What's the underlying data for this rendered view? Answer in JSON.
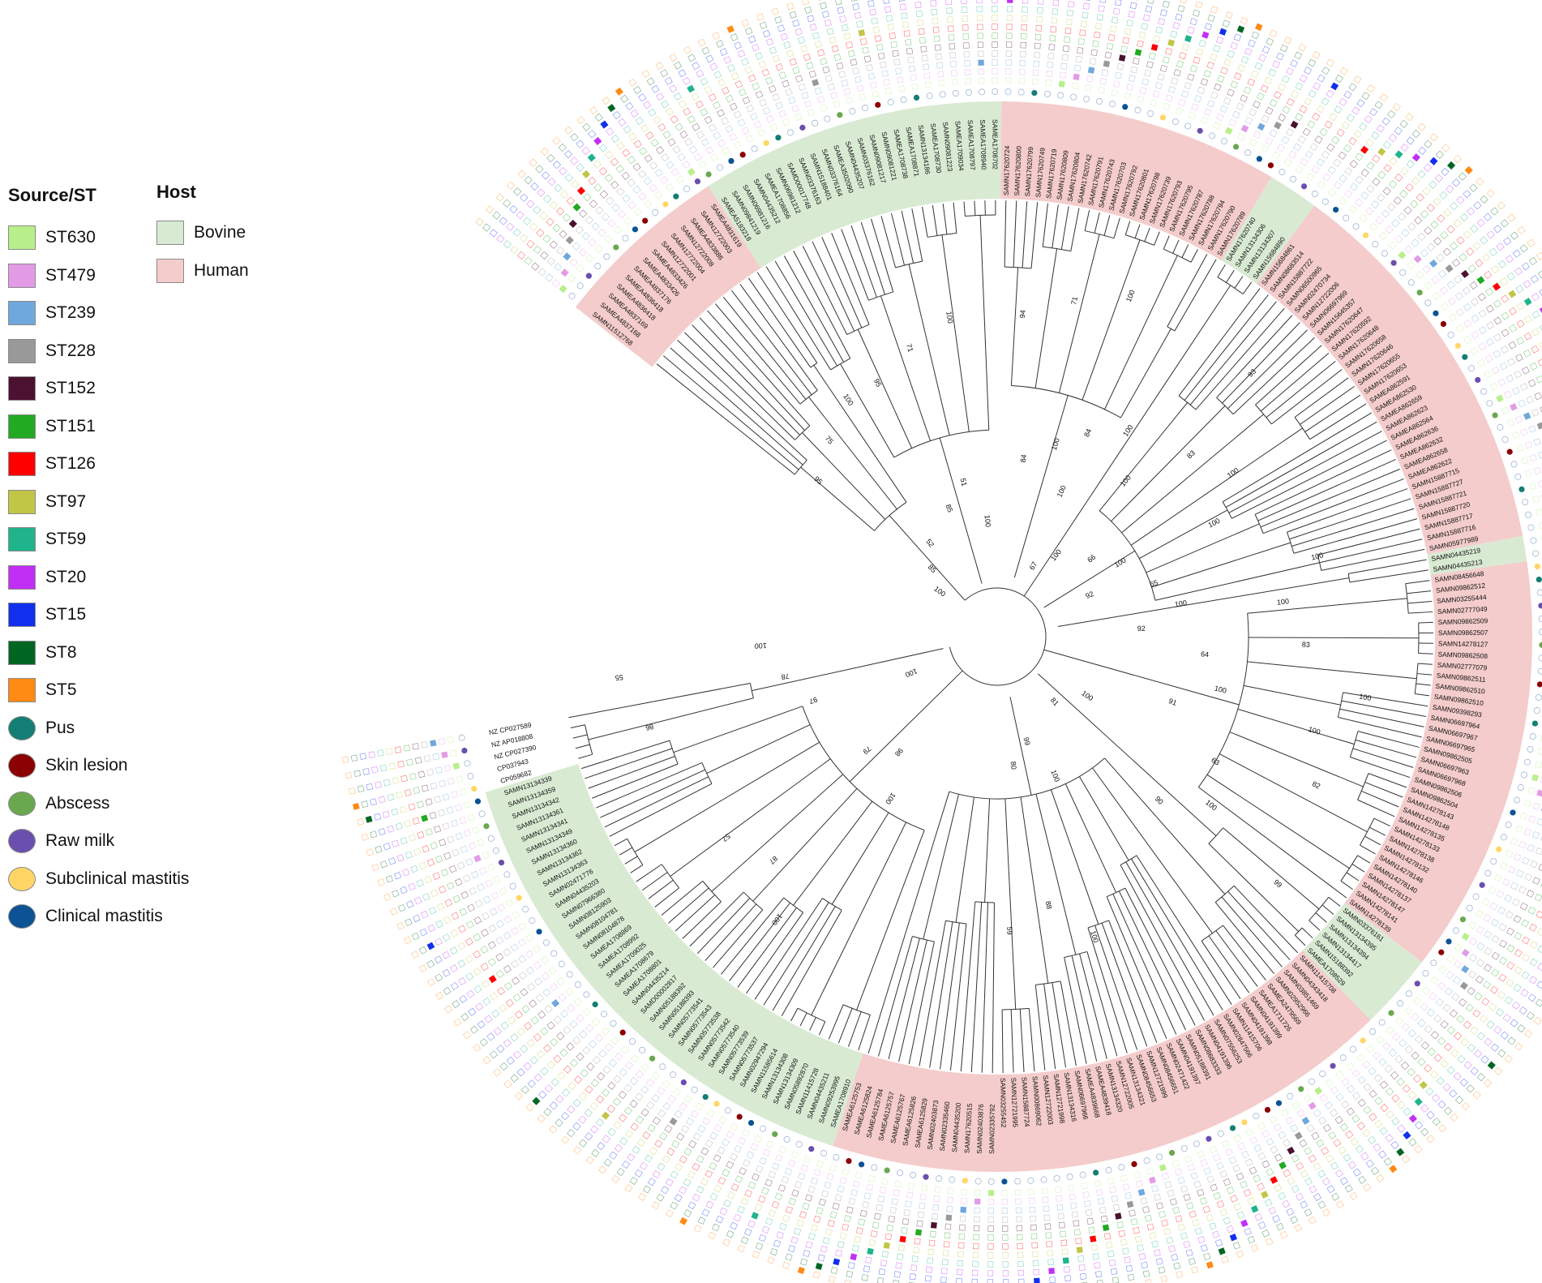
{
  "legend": {
    "source_heading": "Source/ST",
    "host_heading": "Host",
    "st_types": [
      {
        "label": "ST630",
        "color": "#b8ef8a"
      },
      {
        "label": "ST479",
        "color": "#e39be6"
      },
      {
        "label": "ST239",
        "color": "#6fa8dc"
      },
      {
        "label": "ST228",
        "color": "#999999"
      },
      {
        "label": "ST152",
        "color": "#4c1130"
      },
      {
        "label": "ST151",
        "color": "#22aa22"
      },
      {
        "label": "ST126",
        "color": "#ff0000"
      },
      {
        "label": "ST97",
        "color": "#c1c646"
      },
      {
        "label": "ST59",
        "color": "#1fb48b"
      },
      {
        "label": "ST20",
        "color": "#c12ff5"
      },
      {
        "label": "ST15",
        "color": "#1030ee"
      },
      {
        "label": "ST8",
        "color": "#006622"
      },
      {
        "label": "ST5",
        "color": "#ff8a14"
      }
    ],
    "sources": [
      {
        "label": "Pus",
        "color": "#137e73"
      },
      {
        "label": "Skin lesion",
        "color": "#8b0000"
      },
      {
        "label": "Abscess",
        "color": "#6aa84f"
      },
      {
        "label": "Raw milk",
        "color": "#6a4fae"
      },
      {
        "label": "Subclinical mastitis",
        "color": "#ffd666"
      },
      {
        "label": "Clinical mastitis",
        "color": "#0b5394"
      }
    ],
    "hosts": [
      {
        "label": "Bovine",
        "color": "#d9ead3"
      },
      {
        "label": "Human",
        "color": "#f4cccc"
      }
    ]
  },
  "tree": {
    "clades": [
      {
        "host": "Human",
        "tips": [
          "SAMN11512768",
          "SAMEA4837168",
          "SAMEA4837169",
          "SAMEA4836418",
          "SAMEA4836418",
          "SAMEA4837176",
          "SAMEA4833426",
          "SAMEA4833426",
          "SAMN12722001",
          "SAMN12722004",
          "SAMN12722008",
          "SAMEA4833886",
          "SAMN12722003",
          "SAMEA4831619"
        ]
      },
      {
        "host": "Bovine",
        "tips": [
          "SAMEA5183218",
          "SAMN09841219",
          "SAMN06981216",
          "SAMN04435212",
          "SAMEA1708856",
          "SAMN06981212",
          "SAMD00017748",
          "SAMN03376163",
          "SAMN15188401",
          "SAMN03376164",
          "SAMEA3502090",
          "SAMN04435207",
          "SAMN03376162",
          "SAMN09081217",
          "SAMN09081221",
          "SAMEA1708738",
          "SAMEA1708871",
          "SAMN13134186",
          "SAMEA1708730",
          "SAMN09081223",
          "SAMEA1709034",
          "SAMEA1708797",
          "SAMEA1708940",
          "SAMEA1708702"
        ]
      },
      {
        "host": "Human",
        "tips": [
          "SAMN17620724",
          "SAMN17620800",
          "SAMN17620799",
          "SAMN17620749",
          "SAMN17620719",
          "SAMN17620809",
          "SAMN17620804",
          "SAMN17620742",
          "SAMN17620791",
          "SAMN17620743",
          "SAMN17620703",
          "SAMN17620792",
          "SAMN17620801",
          "SAMN17620798",
          "SAMN17620739",
          "SAMN17620793",
          "SAMN17620795",
          "SAMN17620787",
          "SAMN17620788",
          "SAMN17620794",
          "SAMN17620790",
          "SAMN17620789"
        ]
      },
      {
        "host": "Bovine",
        "tips": [
          "SAMN17620740",
          "SAMN13134306",
          "SAMN13134307",
          "SAMN15684890"
        ]
      },
      {
        "host": "Human",
        "tips": [
          "SAMN15684861",
          "SAMN08683514",
          "SAMN15887722",
          "SAMN06500965",
          "SAMN02470734",
          "SAMN12722006",
          "SAMN06697969",
          "SAMN15645357",
          "SAMN17620647",
          "SAMN17620592",
          "SAMN17620648",
          "SAMN17620658",
          "SAMN17620646",
          "SAMN17620655",
          "SAMN17620653",
          "SAMEA862591",
          "SAMEA862530",
          "SAMEA862659",
          "SAMEA862623",
          "SAMEA862564",
          "SAMEA862636",
          "SAMEA862632",
          "SAMEA862658",
          "SAMEA862622",
          "SAMN15887715",
          "SAMN15887727",
          "SAMN15887721",
          "SAMN15887720",
          "SAMN15887717",
          "SAMN15887716",
          "SAMN05977989"
        ]
      },
      {
        "host": "Bovine",
        "tips": [
          "SAMN04435219",
          "SAMN04435213"
        ]
      },
      {
        "host": "Human",
        "tips": [
          "SAMN08456648",
          "SAMN09862512",
          "SAMN03255444",
          "SAMN02777049",
          "SAMN09862509",
          "SAMN09862507",
          "SAMN14278127",
          "SAMN09862508",
          "SAMN02777079",
          "SAMN09862511",
          "SAMN09862510",
          "SAMN09862510",
          "SAMN09398293",
          "SAMN06697964",
          "SAMN06697967",
          "SAMN06697965",
          "SAMN09862505",
          "SAMN06697963",
          "SAMN06697968",
          "SAMN09862506",
          "SAMN09862504",
          "SAMN14278143",
          "SAMN14278148",
          "SAMN14278135",
          "SAMN14278133",
          "SAMN14278138",
          "SAMN14278132",
          "SAMN14278146",
          "SAMN14278140",
          "SAMN14278137",
          "SAMN14278147",
          "SAMN14278141",
          "SAMN14278139"
        ]
      },
      {
        "host": "Bovine",
        "tips": [
          "SAMN03376161",
          "SAMN13134395",
          "SAMN13134394",
          "SAMN13134417",
          "SAMN15188392",
          "SAMEA1708529"
        ]
      },
      {
        "host": "Human",
        "tips": [
          "SAMN11415708",
          "SAMN04343418",
          "SAMN03851469",
          "SAMN02952966",
          "SAMEA2479569",
          "SAMEA1711726",
          "SAMN04191399",
          "SAMN04191398",
          "SAMN11415706",
          "SAMN02847566",
          "SAMN07556253",
          "SAMN04191396",
          "SAMN08683333",
          "SAMN05188391",
          "SAMN04191397",
          "SAMN02471422",
          "SAMN08456651",
          "SAMN12721999",
          "SAMN08456653",
          "SAMN13134321",
          "SAMN12722005",
          "SAMN13134320",
          "SAMEA4839418",
          "SAMEA4839668",
          "SAMN06697966",
          "SAMN13134316",
          "SAMN12721998",
          "SAMN12722003",
          "SAMN00869062",
          "SAMN15887724",
          "SAMN12721995",
          "SAMN03255452",
          "SAMN02335792",
          "SAMN02403876",
          "SAMN17620515",
          "SAMN04435200",
          "SAMN02335460",
          "SAMN02403873",
          "SAMEA6125829",
          "SAMEA6125826",
          "SAMEA6125767",
          "SAMEA6125757",
          "SAMEA6125784",
          "SAMEA6125824",
          "SAMEA6125753"
        ]
      },
      {
        "host": "Bovine",
        "tips": [
          "SAMEA1708910",
          "SAMN09253995",
          "SAMN04435211",
          "SAMN11415728",
          "SAMN05892870",
          "SAMN13134309",
          "SAMN13134308",
          "SAMN11585614",
          "SAMN02947294",
          "SAMN05773537",
          "SAMN05773539",
          "SAMN05773540",
          "SAMN05773542",
          "SAMN05773538",
          "SAMN05773543",
          "SAMN05773541",
          "SAMN05188393",
          "SAMN05188392",
          "SAMD00002817",
          "SAMN04435214",
          "SAMEA1708801",
          "SAMEA1708679",
          "SAMEA1709025",
          "SAMEA1708992",
          "SAMEA1708869",
          "SAMN08104878",
          "SAMN08104781",
          "SAMN08125903",
          "SAMN07966380",
          "SAMN04435203",
          "SAMN02471776",
          "SAMN13134363",
          "SAMN13134362",
          "SAMN13134360",
          "SAMN13134349",
          "SAMN13134341",
          "SAMN13134361",
          "SAMN13134342",
          "SAMN13134359",
          "SAMN13134339"
        ]
      },
      {
        "host": "None",
        "tips": [
          "CP059682",
          "CP037943",
          "NZ CP027390",
          "NZ AP018808",
          "NZ CP027589"
        ]
      }
    ],
    "bootstrap_values": [
      "100",
      "100",
      "100",
      "100",
      "100",
      "100",
      "100",
      "99",
      "99",
      "98",
      "97",
      "95",
      "95",
      "94",
      "93",
      "92",
      "92",
      "91",
      "90",
      "88",
      "87",
      "86",
      "85",
      "85",
      "84",
      "84",
      "83",
      "83",
      "82",
      "81",
      "80",
      "79",
      "78",
      "75",
      "71",
      "71",
      "67",
      "66",
      "65",
      "64",
      "63",
      "59",
      "57",
      "55",
      "52",
      "51",
      "100",
      "100",
      "100",
      "100",
      "100",
      "100",
      "100",
      "100",
      "100",
      "100",
      "100",
      "100",
      "100",
      "100",
      "100",
      "100",
      "100",
      "100",
      "100",
      "100"
    ]
  }
}
